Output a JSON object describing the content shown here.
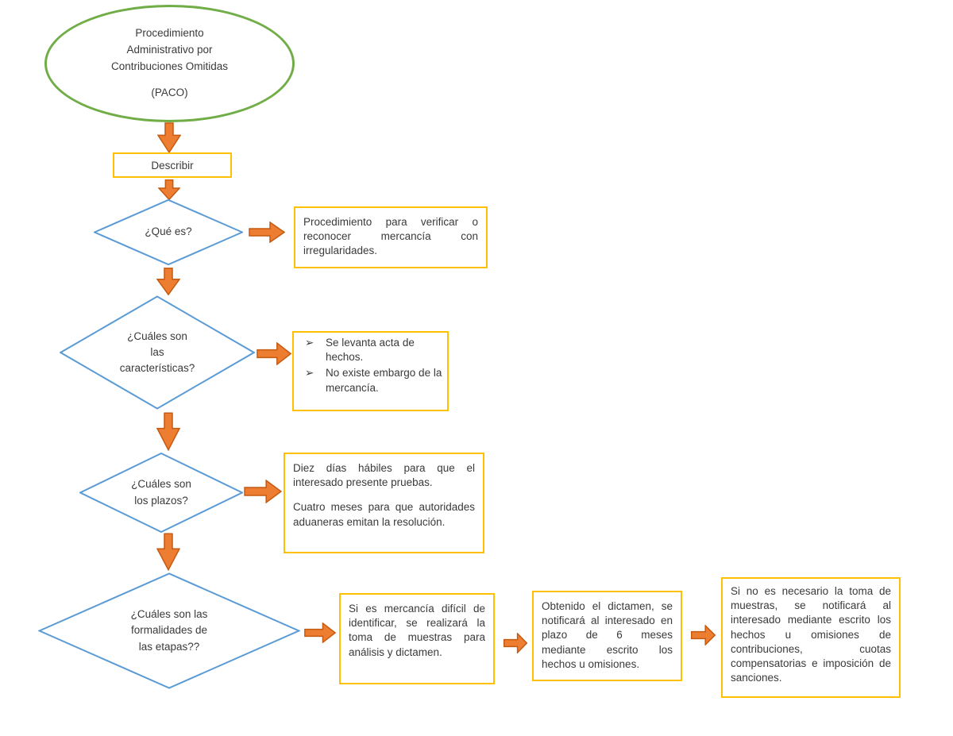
{
  "colors": {
    "ellipse_border": "#70AD47",
    "diamond_border": "#5B9BD5",
    "box_border": "#FFC000",
    "arrow_fill": "#ED7D31",
    "arrow_outline": "#C55A11",
    "text": "#3a3a3a",
    "background": "#ffffff"
  },
  "bullet_glyph": "➢",
  "start": {
    "lines": "Procedimiento\nAdministrativo por\nContribuciones Omitidas",
    "acronym": "(PACO)"
  },
  "step_label": "Describir",
  "questions": {
    "q1": "¿Qué es?",
    "q2": "¿Cuáles son\nlas\ncaracterísticas?",
    "q3": "¿Cuáles son\nlos plazos?",
    "q4": "¿Cuáles son las\nformalidades de\nlas etapas??"
  },
  "answers": {
    "a1": "Procedimiento para verificar o reconocer mercancía con irregularidades.",
    "a2_items": [
      "Se levanta acta de hechos.",
      "No existe embargo de la mercancía."
    ],
    "a3_p1": "Diez días hábiles para que el interesado presente pruebas.",
    "a3_p2": "Cuatro meses para que autoridades aduaneras emitan la resolución.",
    "a4": "Si es mercancía difícil de identificar, se realizará la toma de muestras para análisis y dictamen.",
    "a5": "Obtenido el dictamen, se notificará al interesado en plazo de 6 meses mediante escrito los hechos u omisiones.",
    "a6": "Si no es necesario la toma de muestras, se notificará al interesado mediante escrito los hechos u omisiones de contribuciones, cuotas compensatorias e imposición de sanciones."
  }
}
